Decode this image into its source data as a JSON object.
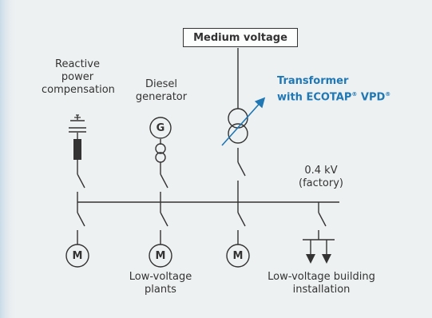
{
  "nodes": {
    "medium_voltage": "Medium voltage",
    "transformer_line1": "Transformer",
    "transformer_line2_prefix": "with ECOTAP",
    "transformer_line2_sup1": "®",
    "transformer_line2_mid": " VPD",
    "transformer_line2_sup2": "®",
    "reactive_line1": "Reactive",
    "reactive_line2": "power",
    "reactive_line3": "compensation",
    "diesel_line1": "Diesel",
    "diesel_line2": "generator",
    "voltage_line1": "0.4 kV",
    "voltage_line2": "(factory)",
    "lv_plants_line1": "Low-voltage",
    "lv_plants_line2": "plants",
    "lv_building_line1": "Low-voltage building",
    "lv_building_line2": "installation"
  },
  "symbols": {
    "generator": "G",
    "motor": "M"
  },
  "colors": {
    "background": "#eef1f2",
    "stroke": "#333333",
    "accent": "#1f77b4"
  }
}
